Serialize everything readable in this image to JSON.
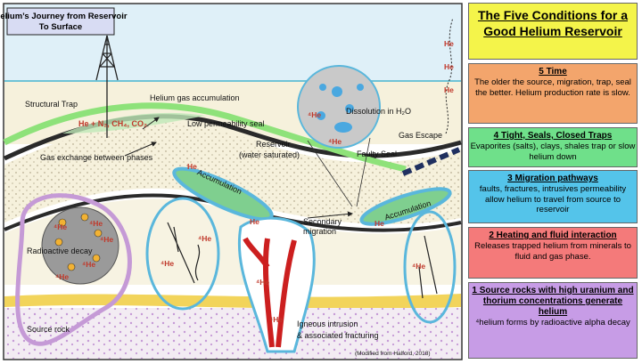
{
  "diagram": {
    "title_line1": "Helium’s Journey from Reservoir",
    "title_line2": "To Surface",
    "labels": {
      "structural_trap": "Structural Trap",
      "helium_gas_accumulation": "Helium gas accumulation",
      "gas_mix": "He + N₂, CH₄, CO₂",
      "gas_exchange": "Gas exchange between phases",
      "low_permeability_seal": "Low permeability seal",
      "reservoir_line1": "Reservoir",
      "reservoir_line2": "(water saturated)",
      "dissolution": "Dissolution in H₂O",
      "gas_escape": "Gas Escape",
      "faulty_seal": "Faulty Seal",
      "accumulation": "Accumulation",
      "secondary_migration_line1": "Secondary",
      "secondary_migration_line2": "migration",
      "radioactive_decay": "Radioactive decay",
      "source_rock": "Source rock",
      "igneous_line1": "Igneous intrusion",
      "igneous_line2": "& associated fracturing",
      "credit": "(Modified from Halford, 2018)",
      "he4": "⁴He",
      "he": "He"
    }
  },
  "panels": {
    "title": "The Five Conditions for a Good Helium Reservoir",
    "c5_title": "5 Time",
    "c5_body": "The older the source, migration, trap, seal the better. Helium production rate is slow.",
    "c4_title": "4 Tight, Seals, Closed Traps",
    "c4_body": "Evaporites (salts), clays, shales trap or slow helium down",
    "c3_title": "3 Migration pathways",
    "c3_body": "faults, fractures, intrusives permeability allow helium to travel from source to reservoir",
    "c2_title": "2 Heating and fluid interaction",
    "c2_body": "Releases trapped helium from minerals to fluid and gas phase.",
    "c1_title": "1 Source rocks with high uranium and thorium concentrations generate helium",
    "c1_body": "⁴helium forms by radioactive alpha decay"
  },
  "colors": {
    "panel_title": "#f4f44a",
    "time": "#f3a56c",
    "seals": "#6fe08a",
    "migration": "#54c4ea",
    "heating": "#f47a7a",
    "source": "#c79ce6"
  }
}
